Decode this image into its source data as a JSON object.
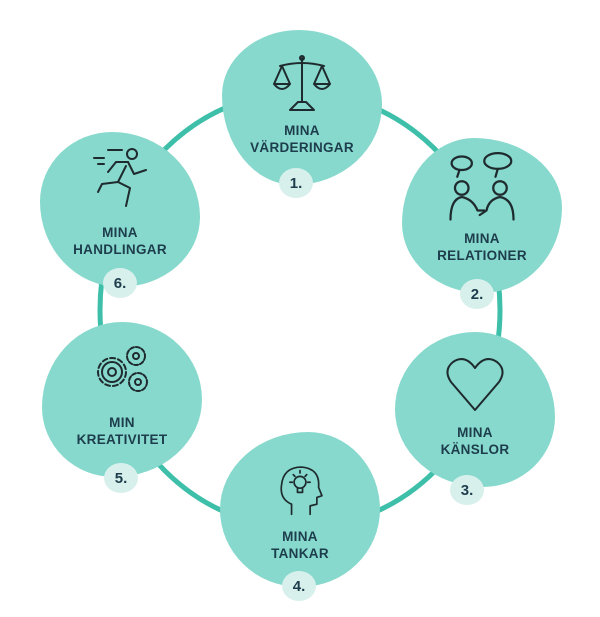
{
  "colors": {
    "blob": "#86d9cc",
    "ring": "#3dbfa9",
    "text": "#1d3d4c",
    "badge": "#d8f0ec"
  },
  "items": [
    {
      "line1": "MINA",
      "line2": "VÄRDERINGAR",
      "number": "1.",
      "icon": "scales-icon"
    },
    {
      "line1": "MINA",
      "line2": "RELATIONER",
      "number": "2.",
      "icon": "conversation-icon"
    },
    {
      "line1": "MINA",
      "line2": "KÄNSLOR",
      "number": "3.",
      "icon": "heart-icon"
    },
    {
      "line1": "MINA",
      "line2": "TANKAR",
      "number": "4.",
      "icon": "head-lightbulb-icon"
    },
    {
      "line1": "MIN",
      "line2": "KREATIVITET",
      "number": "5.",
      "icon": "gears-icon"
    },
    {
      "line1": "MINA",
      "line2": "HANDLINGAR",
      "number": "6.",
      "icon": "running-person-icon"
    }
  ]
}
